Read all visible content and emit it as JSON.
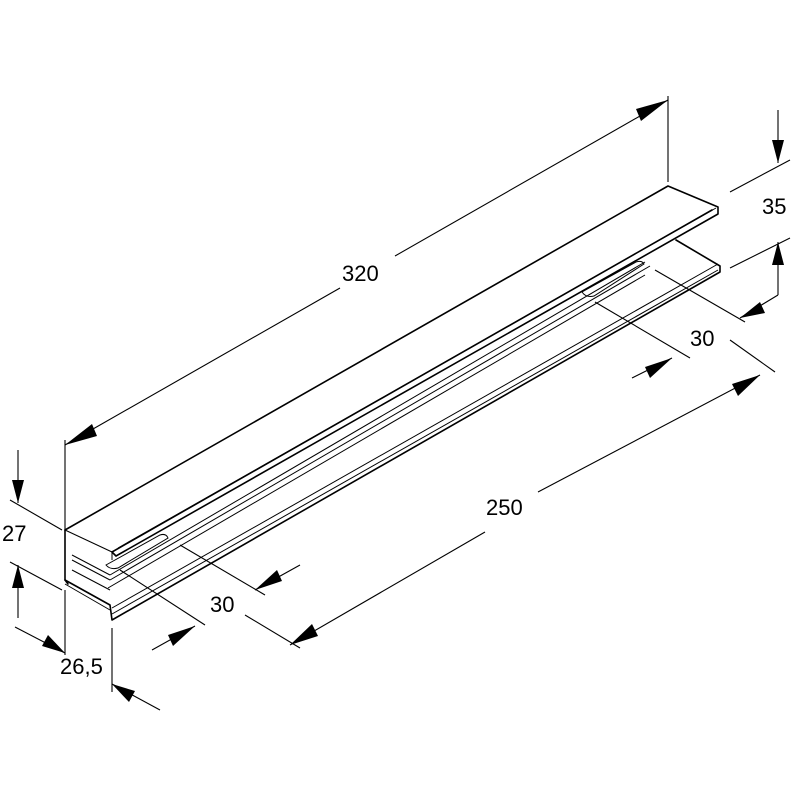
{
  "drawing": {
    "type": "isometric dimensioned part drawing",
    "part": "sheet metal profile rail",
    "line_color": "#000000",
    "background": "#ffffff"
  },
  "dimensions": {
    "overall_length": "320",
    "slot_length": "250",
    "height_total": "35",
    "height_front": "27",
    "depth": "26,5",
    "slot_offset_front": "30",
    "slot_offset_back": "30"
  }
}
